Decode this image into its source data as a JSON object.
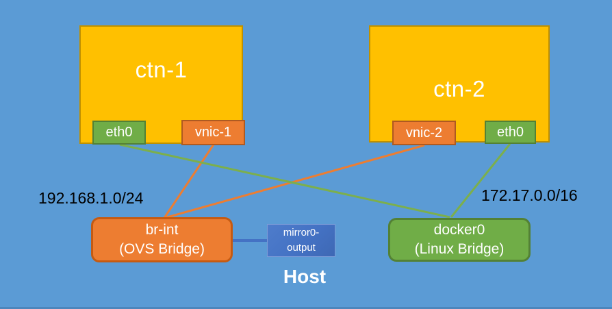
{
  "host_label": "Host",
  "containers": [
    {
      "label": "ctn-1",
      "interfaces": [
        {
          "label": "eth0",
          "type": "linux-bridge-port"
        },
        {
          "label": "vnic-1",
          "type": "ovs-bridge-port"
        }
      ]
    },
    {
      "label": "ctn-2",
      "interfaces": [
        {
          "label": "vnic-2",
          "type": "ovs-bridge-port"
        },
        {
          "label": "eth0",
          "type": "linux-bridge-port"
        }
      ]
    }
  ],
  "bridges": [
    {
      "name": "br-int",
      "type": "(OVS Bridge)",
      "subnet": "192.168.1.0/24"
    },
    {
      "name": "docker0",
      "type": "(Linux Bridge)",
      "subnet": "172.17.0.0/16"
    }
  ],
  "mirror_port": {
    "line1": "mirror0-",
    "line2": "output"
  },
  "links": [
    {
      "from": "vnic-1",
      "to": "br-int",
      "color_key": "orange_link"
    },
    {
      "from": "vnic-2",
      "to": "br-int",
      "color_key": "orange_link"
    },
    {
      "from": "ctn-1 eth0",
      "to": "docker0",
      "color_key": "green_link"
    },
    {
      "from": "ctn-2 eth0",
      "to": "docker0",
      "color_key": "green_link"
    },
    {
      "from": "br-int",
      "to": "mirror0-output",
      "color_key": "blue_link"
    }
  ],
  "colors": {
    "background": "#5B9BD5",
    "container_fill": "#FFC000",
    "container_border": "#BF9000",
    "ovs_fill": "#ED7D31",
    "ovs_border": "#C55A11",
    "linux_fill": "#70AD47",
    "linux_border": "#538135",
    "mirror_fill": "#4472C4",
    "orange_link": "#ED7D31",
    "green_link": "#7CAF4C",
    "blue_link": "#4472C4",
    "node_text": "#FFFFFF",
    "subnet_text": "#000000"
  }
}
